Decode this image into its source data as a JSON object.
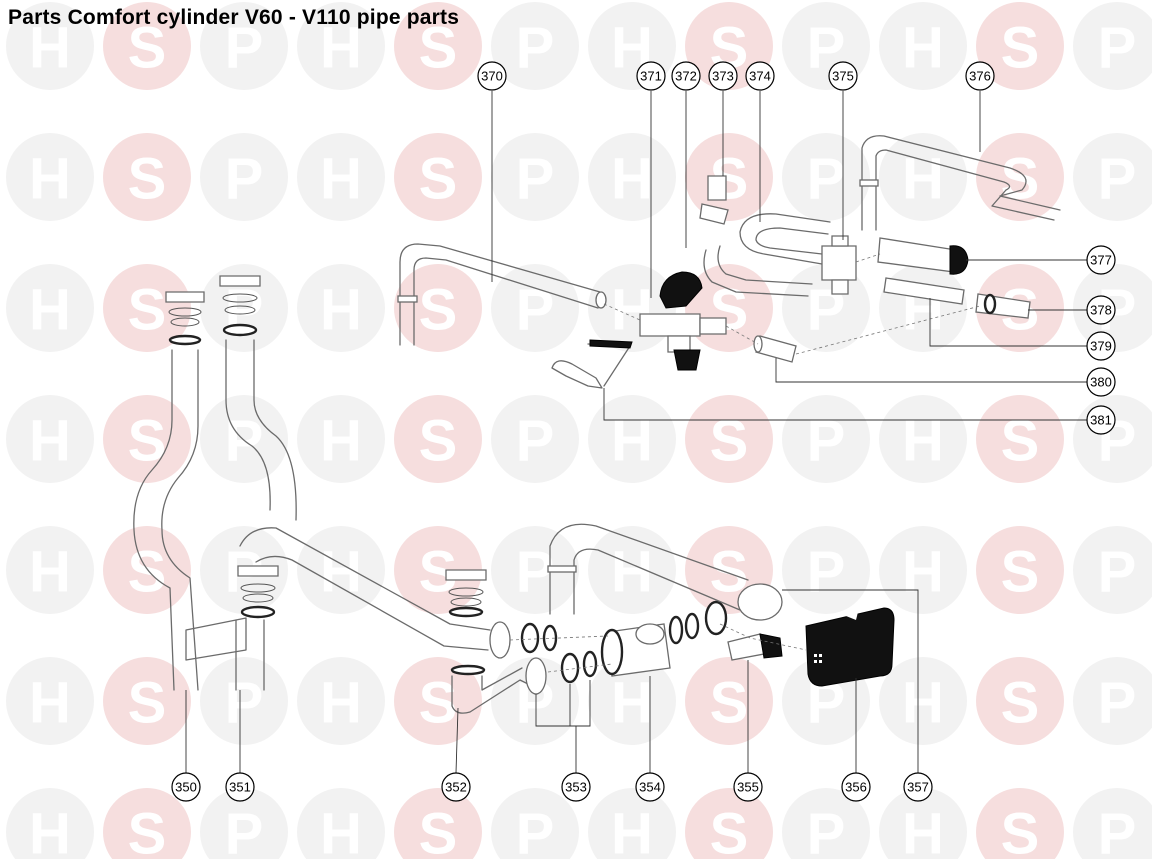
{
  "title": "Parts Comfort cylinder V60 - V110 pipe parts",
  "watermark": {
    "letters": [
      "H",
      "S",
      "P"
    ],
    "colors": {
      "disc": "#f2f2f2",
      "disc_s": "#f6dede"
    }
  },
  "callouts": [
    {
      "id": "370",
      "label": "370"
    },
    {
      "id": "371",
      "label": "371"
    },
    {
      "id": "372",
      "label": "372"
    },
    {
      "id": "373",
      "label": "373"
    },
    {
      "id": "374",
      "label": "374"
    },
    {
      "id": "375",
      "label": "375"
    },
    {
      "id": "376",
      "label": "376"
    },
    {
      "id": "377",
      "label": "377"
    },
    {
      "id": "378",
      "label": "378"
    },
    {
      "id": "379",
      "label": "379"
    },
    {
      "id": "380",
      "label": "380"
    },
    {
      "id": "381",
      "label": "381"
    },
    {
      "id": "350",
      "label": "350"
    },
    {
      "id": "351",
      "label": "351"
    },
    {
      "id": "352",
      "label": "352"
    },
    {
      "id": "353",
      "label": "353"
    },
    {
      "id": "354",
      "label": "354"
    },
    {
      "id": "355",
      "label": "355"
    },
    {
      "id": "356",
      "label": "356"
    },
    {
      "id": "357",
      "label": "357"
    }
  ]
}
